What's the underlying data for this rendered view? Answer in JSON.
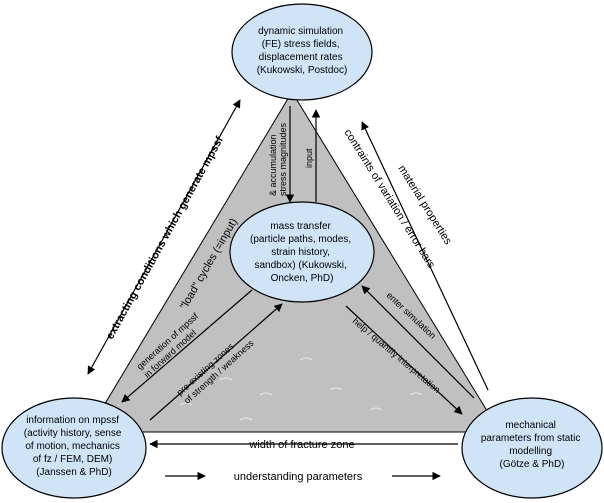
{
  "nodes": {
    "top": {
      "lines": [
        "dynamic simulation",
        "(FE) stress fields,",
        "displacement rates",
        "(Kukowski, Postdoc)"
      ],
      "fill": "#cfe4f7"
    },
    "center": {
      "lines": [
        "mass transfer",
        "(particle paths, modes,",
        "strain history,",
        "sandbox) (Kukowski,",
        "Oncken, PhD)"
      ],
      "fill": "#cfe4f7"
    },
    "bottom_left": {
      "lines": [
        "information on mpssf",
        "(activity history, sense",
        "of motion, mechanics",
        "of fz / FEM, DEM)",
        "(Janssen & PhD)"
      ],
      "fill": "#cfe4f7"
    },
    "bottom_right": {
      "lines": [
        "mechanical",
        "parameters from static",
        "modelling",
        "(Götze & PhD)"
      ],
      "fill": "#cfe4f7"
    }
  },
  "edges": {
    "stress_magnitudes": [
      "stress magnitudes",
      "& accumulation"
    ],
    "input": "input",
    "load_cycles": "\"load\" cycles (=input)",
    "constraints": "contraints of variation / error bars",
    "generation": [
      "generation of mpssf",
      "in forward model"
    ],
    "pre_existing": [
      "pre-existing zones",
      "of strength / weakness"
    ],
    "enter_simulation": "enter simulation",
    "help_interpretation": "help / quantify interpretation",
    "width_fracture": "width of fracture zone",
    "understanding": "understanding parameters",
    "extracting": "extracting conditions which generate mpssf",
    "material": "material properties"
  },
  "colors": {
    "triangle_fill": "#c0c0c0",
    "node_fill": "#cfe4f7",
    "stroke": "#000000"
  }
}
